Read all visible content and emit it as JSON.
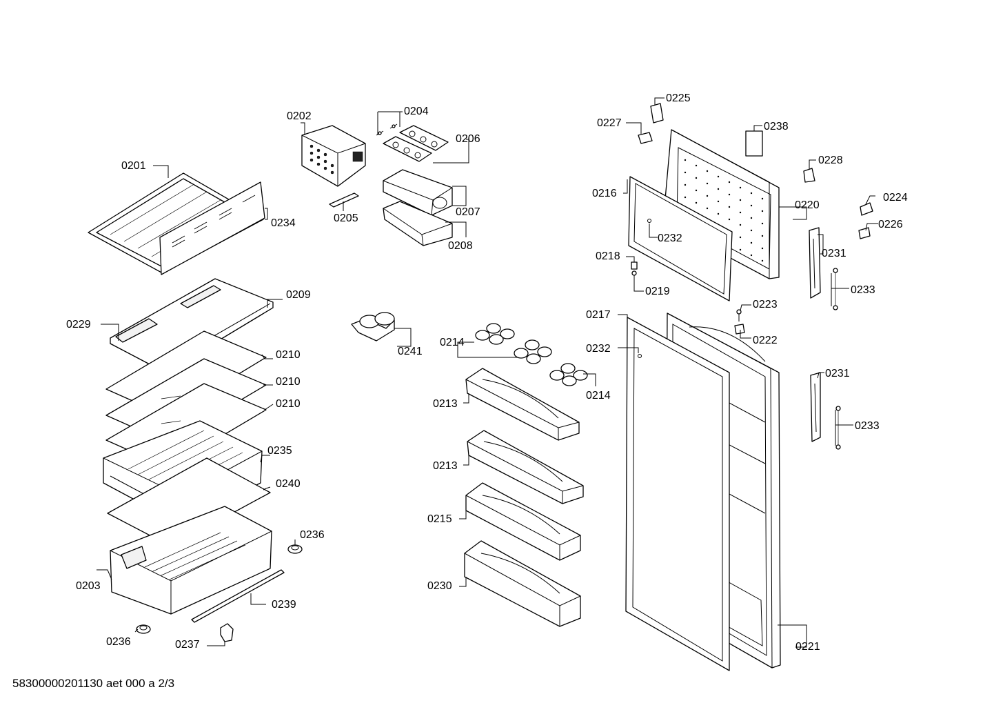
{
  "labels": {
    "l0201": "0201",
    "l0202": "0202",
    "l0203": "0203",
    "l0204": "0204",
    "l0205": "0205",
    "l0206": "0206",
    "l0207": "0207",
    "l0208": "0208",
    "l0209": "0209",
    "l0210a": "0210",
    "l0210b": "0210",
    "l0210c": "0210",
    "l0213a": "0213",
    "l0213b": "0213",
    "l0214a": "0214",
    "l0214b": "0214",
    "l0215": "0215",
    "l0216": "0216",
    "l0217": "0217",
    "l0218": "0218",
    "l0219": "0219",
    "l0220": "0220",
    "l0221": "0221",
    "l0222": "0222",
    "l0223": "0223",
    "l0224": "0224",
    "l0225": "0225",
    "l0226": "0226",
    "l0227": "0227",
    "l0228": "0228",
    "l0229": "0229",
    "l0230": "0230",
    "l0231a": "0231",
    "l0231b": "0231",
    "l0232a": "0232",
    "l0232b": "0232",
    "l0233a": "0233",
    "l0233b": "0233",
    "l0234": "0234",
    "l0235": "0235",
    "l0236a": "0236",
    "l0236b": "0236",
    "l0237": "0237",
    "l0238": "0238",
    "l0239": "0239",
    "l0240": "0240",
    "l0241": "0241"
  },
  "footer": "58300000201130 aet 000 a 2/3"
}
